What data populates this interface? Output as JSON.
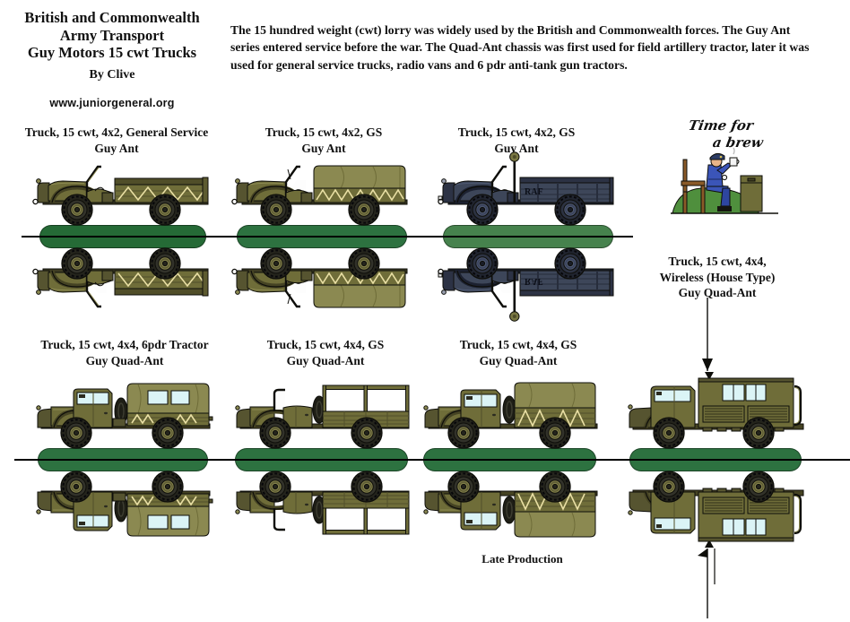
{
  "header": {
    "title_line1": "British and Commonwealth",
    "title_line2": "Army Transport",
    "title_line3": "Guy Motors 15 cwt Trucks",
    "byline": "By Clive",
    "website": "www.juniorgeneral.org",
    "description": "The 15 hundred weight (cwt) lorry was widely used by the British and Commonwealth forces. The Guy Ant series entered service before the war. The Quad-Ant chassis was first used for field artillery tractor, later it was used for general service trucks, radio vans and 6 pdr anti-tank gun tractors."
  },
  "trucks": [
    {
      "label_line1": "Truck, 15 cwt, 4x2, General Service",
      "label_line2": "Guy Ant"
    },
    {
      "label_line1": "Truck, 15 cwt, 4x2, GS",
      "label_line2": "Guy Ant"
    },
    {
      "label_line1": "Truck, 15 cwt, 4x2, GS",
      "label_line2": "Guy Ant",
      "marking": "RAF"
    },
    {
      "label_line1": "Truck, 15 cwt, 4x4, 6pdr Tractor",
      "label_line2": "Guy Quad-Ant"
    },
    {
      "label_line1": "Truck, 15 cwt, 4x4, GS",
      "label_line2": "Guy Quad-Ant"
    },
    {
      "label_line1": "Truck, 15 cwt, 4x4, GS",
      "label_line2": "Guy Quad-Ant",
      "caption": "Late Production"
    },
    {
      "label_line1": "Truck, 15 cwt, 4x4,",
      "label_line2": "Wireless (House Type)",
      "label_line3": "Guy Quad-Ant"
    }
  ],
  "cartoon": {
    "caption_line1": "Time for",
    "caption_line2": "a brew"
  },
  "colors": {
    "olive_body": "#6f6d39",
    "olive_canvas": "#8b8951",
    "raf_blue": "#3d4659",
    "netting": "#e9dfa4",
    "base_green_dark": "#256a36",
    "base_green": "#2d7240",
    "base_green_light": "#46824d",
    "glass_blue": "#dbf4f6"
  }
}
